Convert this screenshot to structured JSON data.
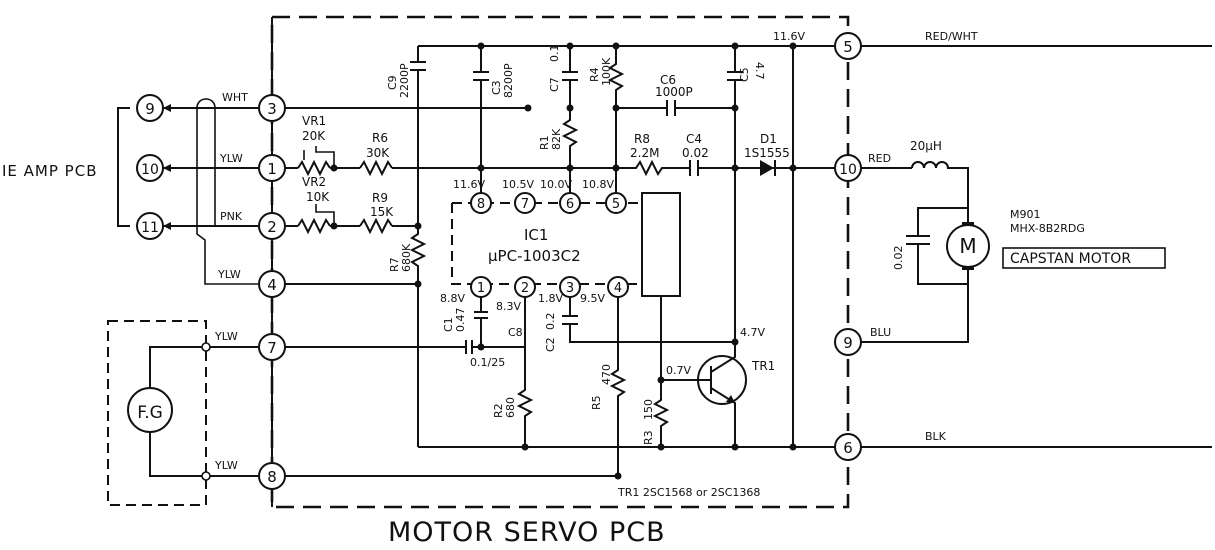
{
  "diagram": {
    "title": "MOTOR SERVO PCB",
    "left_board": "IE AMP PCB",
    "connector_pins": {
      "p3": "3",
      "p1": "1",
      "p2": "2",
      "p4": "4",
      "p7": "7",
      "p8": "8",
      "p5": "5",
      "p10": "10",
      "p9": "9",
      "p6": "6",
      "l9": "9",
      "l10": "10",
      "l11": "11"
    },
    "wire_colors": {
      "wht": "WHT",
      "ylw1": "YLW",
      "pnk": "PNK",
      "ylw4": "YLW",
      "ylw7": "YLW",
      "ylw8": "YLW",
      "red_wht": "RED/WHT",
      "red": "RED",
      "blu": "BLU",
      "blk": "BLK"
    },
    "components": {
      "vr1_name": "VR1",
      "vr1_val": "20K",
      "vr2_name": "VR2",
      "vr2_val": "10K",
      "r6_name": "R6",
      "r6_val": "30K",
      "r9_name": "R9",
      "r9_val": "15K",
      "r7_name": "R7",
      "r7_val": "680K",
      "c9_name": "C9",
      "c9_val": "2200P",
      "c3_name": "C3",
      "c3_val": "8200P",
      "c7_name": "C7",
      "c7_val": "0.1",
      "r4_name": "R4",
      "r4_val": "100K",
      "c6_name": "C6",
      "c6_val": "1000P",
      "c5_name": "C5",
      "c5_val": "4.7",
      "r1_name": "R1",
      "r1_val": "82K",
      "r8_name": "R8",
      "r8_val": "2.2M",
      "c4_name": "C4",
      "c4_val": "0.02",
      "d1_name": "D1",
      "d1_val": "1S1555",
      "c1_name": "C1",
      "c1_val": "0.47",
      "c8_name": "C8",
      "c8_val": "0.1/25",
      "c2_name": "C2",
      "c2_val": "0.2",
      "r2_name": "R2",
      "r2_val": "680",
      "r5_name": "R5",
      "r5_val": "470",
      "r3_name": "R3",
      "r3_val": "150",
      "tr1_name": "TR1",
      "tr1_note": "TR1 2SC1568 or 2SC1368",
      "ic_name": "IC1",
      "ic_part": "μPC-1003C2",
      "ind_val": "20μH",
      "motor_cap": "0.02",
      "motor_code": "M901",
      "motor_model": "MHX-8B2RDG",
      "motor_symbol": "M",
      "motor_label": "CAPSTAN MOTOR",
      "fg_label": "F.G"
    },
    "ic_pins": {
      "p8": "8",
      "p7": "7",
      "p6": "6",
      "p5": "5",
      "p1": "1",
      "p2": "2",
      "p3": "3",
      "p4": "4"
    },
    "voltages": {
      "supply": "11.6V",
      "v8": "11.6V",
      "v7": "10.5V",
      "v6": "10.0V",
      "v5": "10.8V",
      "v1": "8.8V",
      "v2": "8.3V",
      "v3": "1.8V",
      "v4": "9.5V",
      "tr_c": "4.7V",
      "tr_b": "0.7V"
    }
  }
}
